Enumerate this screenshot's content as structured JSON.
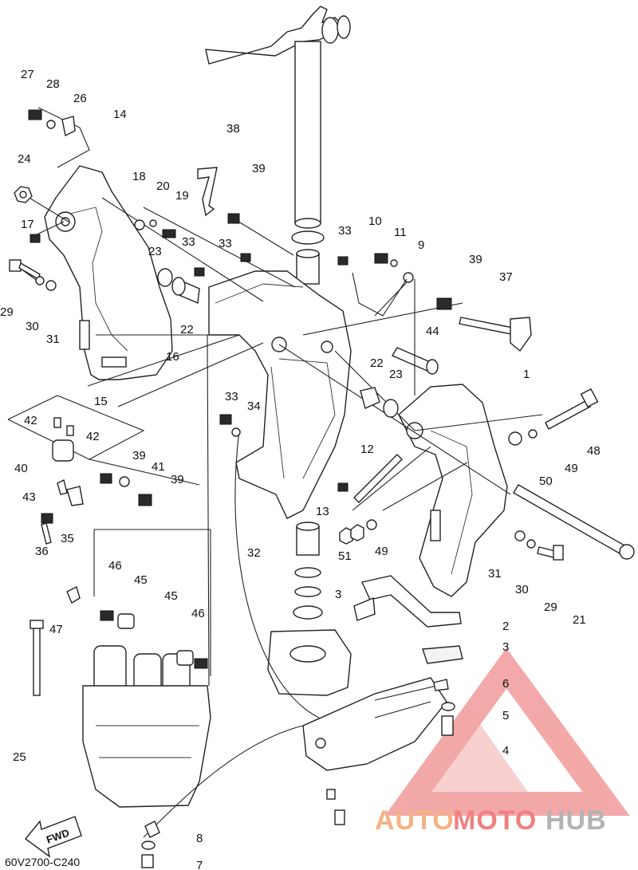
{
  "diagram_code": "60V2700-C240",
  "fwd_label": "FWD",
  "watermark": {
    "part1": "AUTO",
    "part2": "MOTO",
    "part3": "HUB",
    "color1": "#f4b183",
    "color2": "#f08080",
    "color3": "#b3b3b3",
    "logo_color": "#f19a9a"
  },
  "callouts": [
    "1",
    "2",
    "3",
    "3",
    "4",
    "5",
    "6",
    "7",
    "8",
    "9",
    "10",
    "11",
    "12",
    "13",
    "14",
    "15",
    "16",
    "17",
    "18",
    "19",
    "20",
    "21",
    "22",
    "22",
    "23",
    "23",
    "24",
    "25",
    "26",
    "27",
    "28",
    "29",
    "29",
    "30",
    "30",
    "31",
    "31",
    "32",
    "33",
    "33",
    "33",
    "33",
    "34",
    "35",
    "36",
    "37",
    "38",
    "39",
    "39",
    "39",
    "39",
    "40",
    "41",
    "42",
    "42",
    "43",
    "44",
    "45",
    "45",
    "46",
    "46",
    "47",
    "48",
    "49",
    "49",
    "50",
    "51"
  ]
}
